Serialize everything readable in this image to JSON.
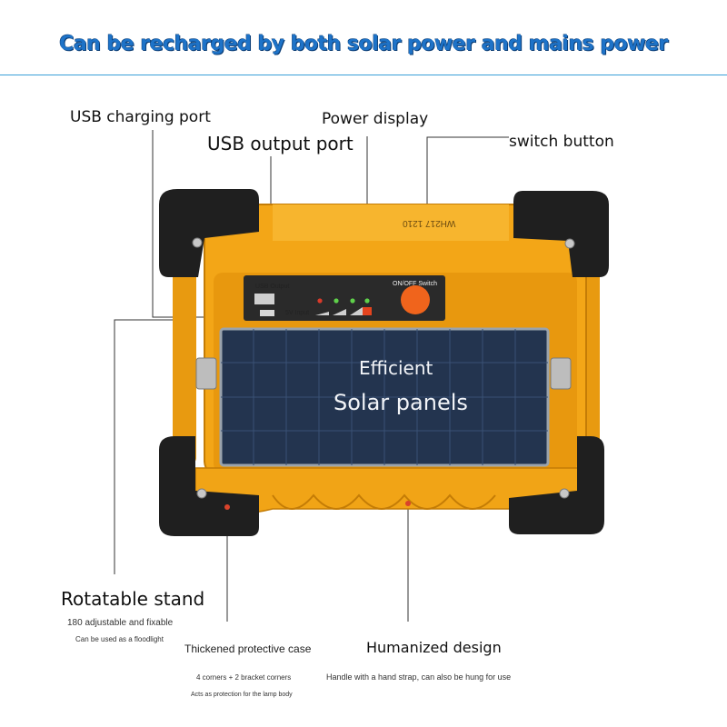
{
  "headline": "Can be recharged by both solar power and mains power",
  "callouts": {
    "usb_charging_port": "USB charging port",
    "usb_output_port": "USB output port",
    "power_display": "Power display",
    "switch_button": "switch button",
    "rotatable_stand": {
      "title": "Rotatable stand",
      "line1": "180 adjustable and fixable",
      "line2": "Can be used as a floodlight"
    },
    "protective_case": {
      "title": "Thickened protective case",
      "line1": "4 corners + 2 bracket corners",
      "line2": "Acts as protection for the lamp body"
    },
    "humanized_design": {
      "title": "Humanized design",
      "line1": "Handle with a hand strap, can also be hung for use"
    }
  },
  "panel": {
    "line1": "Efficient",
    "line2": "Solar panels",
    "usb_output_label": "USB Output",
    "input_label": "5V Input",
    "switch_label": "ON/OFF Switch",
    "serial": "WH217 1210"
  },
  "colors": {
    "headline": "#1e73c8",
    "body": "#f2a114",
    "frame": "#1e1e1e",
    "solar": "#23344f"
  }
}
